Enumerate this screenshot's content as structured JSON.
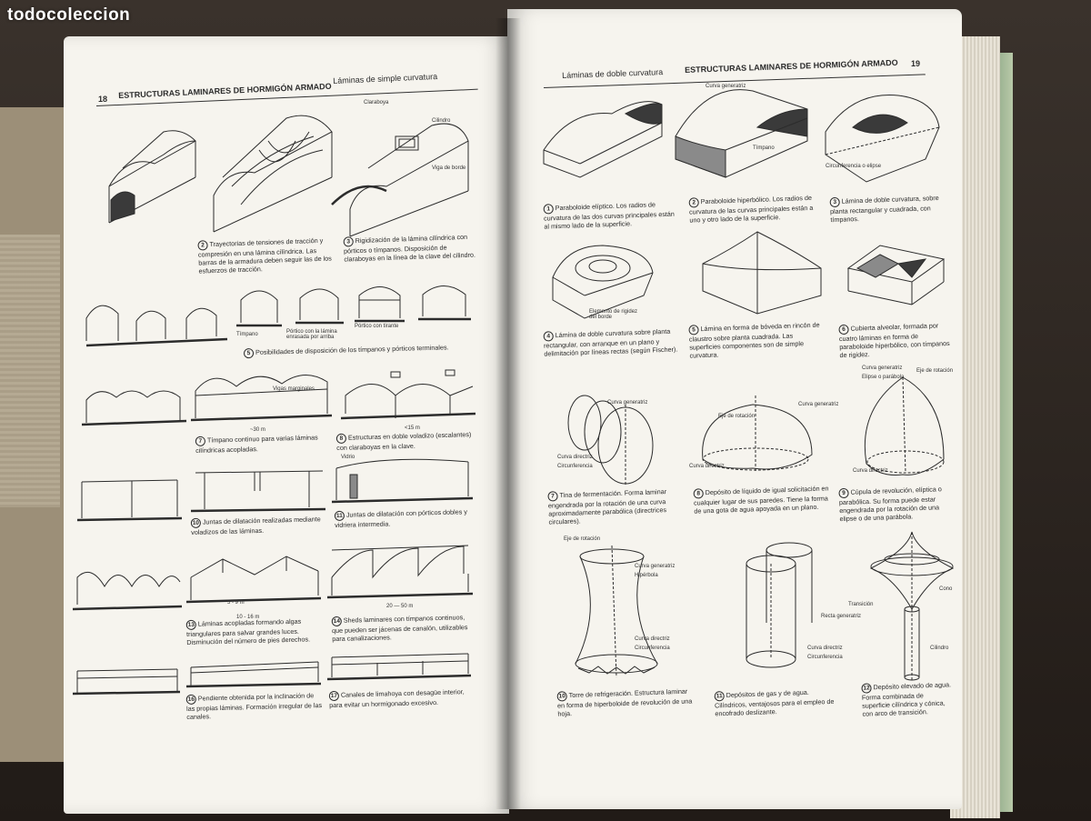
{
  "watermark": "todocoleccion",
  "left_page": {
    "header": {
      "page_number": "18",
      "title": "ESTRUCTURAS LAMINARES DE HORMIGÓN ARMADO",
      "section": "Láminas de simple curvatura"
    },
    "captions": [
      {
        "n": "2",
        "text": "Trayectorias de tensiones de tracción y compresión en una lámina cilíndrica. Las barras de la armadura deben seguir las de los esfuerzos de tracción."
      },
      {
        "n": "3",
        "text": "Rigidización de la lámina cilíndrica con pórticos o tímpanos. Disposición de claraboyas en la línea de la clave del cilindro."
      },
      {
        "n": "5",
        "text": "Posibilidades de disposición de los tímpanos y pórticos terminales."
      },
      {
        "n": "7",
        "text": "Tímpano continuo para varias láminas cilíndricas acopladas."
      },
      {
        "n": "8",
        "text": "Estructuras en doble voladizo (escalantes) con claraboyas en la clave."
      },
      {
        "n": "10",
        "text": "Juntas de dilatación realizadas mediante voladizos de las láminas."
      },
      {
        "n": "11",
        "text": "Juntas de dilatación con pórticos dobles y vidriera intermedia."
      },
      {
        "n": "13",
        "text": "Láminas acopladas formando algas triangulares para salvar grandes luces. Disminución del número de pies derechos."
      },
      {
        "n": "14",
        "text": "Sheds laminares con tímpanos continuos, que pueden ser jácenas de canalón, utilizables para canalizaciones."
      },
      {
        "n": "16",
        "text": "Pendiente obtenida por la inclinación de las propias láminas. Formación irregular de las canales."
      },
      {
        "n": "17",
        "text": "Canales de limahoya con desagüe interior, para evitar un hormigonado excesivo."
      }
    ],
    "labels": {
      "claraboya": "Claraboya",
      "cilindro": "Cilindro",
      "viga_borde": "Viga de borde",
      "timpano": "Tímpano",
      "portico_lamina": "Pórtico con la lámina enrasada por arriba",
      "portico_tirante": "Pórtico con tirante",
      "vigas_marginales": "Vigas marginales",
      "dim_30": "~30 m",
      "dim_15": "<15 m",
      "vidrio": "Vidrio",
      "dim_5_9": "5 - 9 m",
      "dim_10_16": "10 - 16 m",
      "dim_20_50": "20 — 50 m"
    }
  },
  "right_page": {
    "header": {
      "section": "Láminas de doble curvatura",
      "title": "ESTRUCTURAS LAMINARES DE HORMIGÓN ARMADO",
      "page_number": "19"
    },
    "captions": [
      {
        "n": "1",
        "text": "Paraboloide elíptico. Los radios de curvatura de las dos curvas principales están al mismo lado de la superficie."
      },
      {
        "n": "2",
        "text": "Paraboloide hiperbólico. Los radios de curvatura de las curvas principales están a uno y otro lado de la superficie."
      },
      {
        "n": "3",
        "text": "Lámina de doble curvatura, sobre planta rectangular y cuadrada, con tímpanos."
      },
      {
        "n": "4",
        "text": "Lámina de doble curvatura sobre planta rectangular, con arranque en un plano y delimitación por líneas rectas (según Fischer)."
      },
      {
        "n": "5",
        "text": "Lámina en forma de bóveda en rincón de claustro sobre planta cuadrada. Las superficies componentes son de simple curvatura."
      },
      {
        "n": "6",
        "text": "Cubierta alveolar, formada por cuatro láminas en forma de paraboloide hiperbólico, con tímpanos de rigidez."
      },
      {
        "n": "7",
        "text": "Tina de fermentación. Forma laminar engendrada por la rotación de una curva aproximadamente parabólica (directrices circulares)."
      },
      {
        "n": "8",
        "text": "Depósito de líquido de igual solicitación en cualquier lugar de sus paredes. Tiene la forma de una gota de agua apoyada en un plano."
      },
      {
        "n": "9",
        "text": "Cúpula de revolución, elíptica o parabólica. Su forma puede estar engendrada por la rotación de una elipse o de una parábola."
      },
      {
        "n": "10",
        "text": "Torre de refrigeración. Estructura laminar en forma de hiperboloide de revolución de una hoja."
      },
      {
        "n": "11",
        "text": "Depósitos de gas y de agua. Cilíndricos, ventajosos para el empleo de encofrado deslizante."
      },
      {
        "n": "12",
        "text": "Depósito elevado de agua. Forma combinada de superficie cilíndrica y cónica, con arco de transición."
      }
    ],
    "labels": {
      "curva_generatriz": "Curva generatriz",
      "timpano": "Tímpano",
      "circunferencia_elipse": "Circunferencia o elipse",
      "elemento_rigidez": "Elemento de rigidez del borde",
      "eje_rotacion": "Eje de rotación",
      "curva_directriz": "Curva directriz",
      "circunferencia": "Circunferencia",
      "elipse_parabola": "Elipse o parábola",
      "hiperbola": "Hipérbola",
      "recta_generatriz": "Recta generatriz",
      "transicion": "Transición",
      "cono": "Cono",
      "cilindro": "Cilindro"
    }
  }
}
